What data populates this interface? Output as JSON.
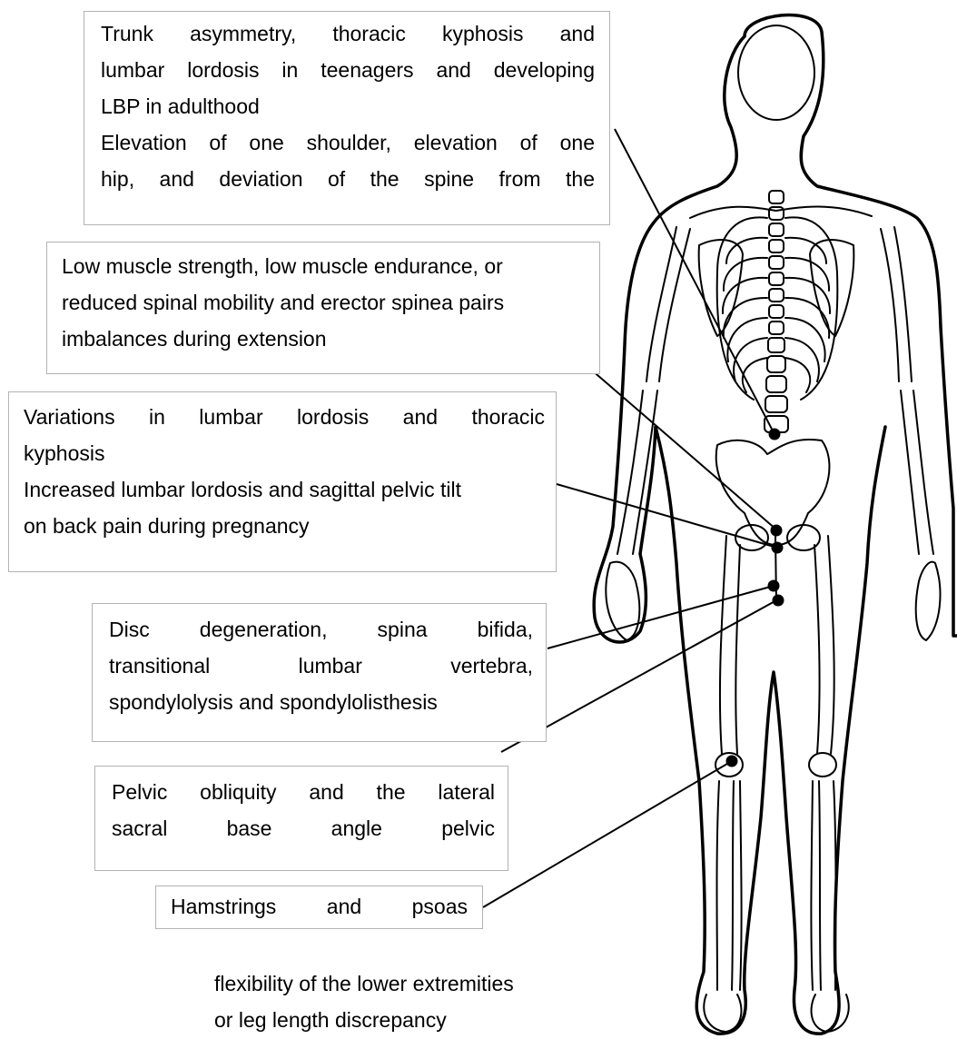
{
  "annotations": [
    {
      "id": "trunk-asymmetry",
      "lines": [
        "Trunk asymmetry, thoracic kyphosis and",
        "lumbar lordosis in teenagers and developing",
        "LBP in adulthood",
        "Elevation of one shoulder, elevation of one",
        "hip, and deviation of the spine from the"
      ]
    },
    {
      "id": "muscle-strength",
      "lines": [
        "Low muscle strength, low muscle endurance, or",
        "reduced spinal mobility and erector spinea pairs",
        "imbalances during extension"
      ]
    },
    {
      "id": "lumbar-lordosis",
      "lines": [
        "Variations in lumbar lordosis and thoracic",
        "kyphosis",
        "Increased lumbar lordosis and sagittal pelvic tilt",
        "on back pain during pregnancy"
      ]
    },
    {
      "id": "disc-degeneration",
      "lines": [
        "Disc degeneration, spina bifida,",
        "transitional lumbar vertebra,",
        "spondylolysis and spondylolisthesis"
      ]
    },
    {
      "id": "pelvic-obliquity",
      "lines": [
        "Pelvic obliquity and the lateral",
        "sacral base angle pelvic"
      ]
    },
    {
      "id": "hamstrings",
      "lines": [
        "Hamstrings and psoas"
      ]
    }
  ],
  "footer_lines": [
    "flexibility of the lower extremities",
    "or leg length discrepancy"
  ],
  "colors": {
    "box_border": "#b3b3b3",
    "line": "#000000",
    "marker": "#000000"
  },
  "illustration": "skeleton-figure-back-view"
}
